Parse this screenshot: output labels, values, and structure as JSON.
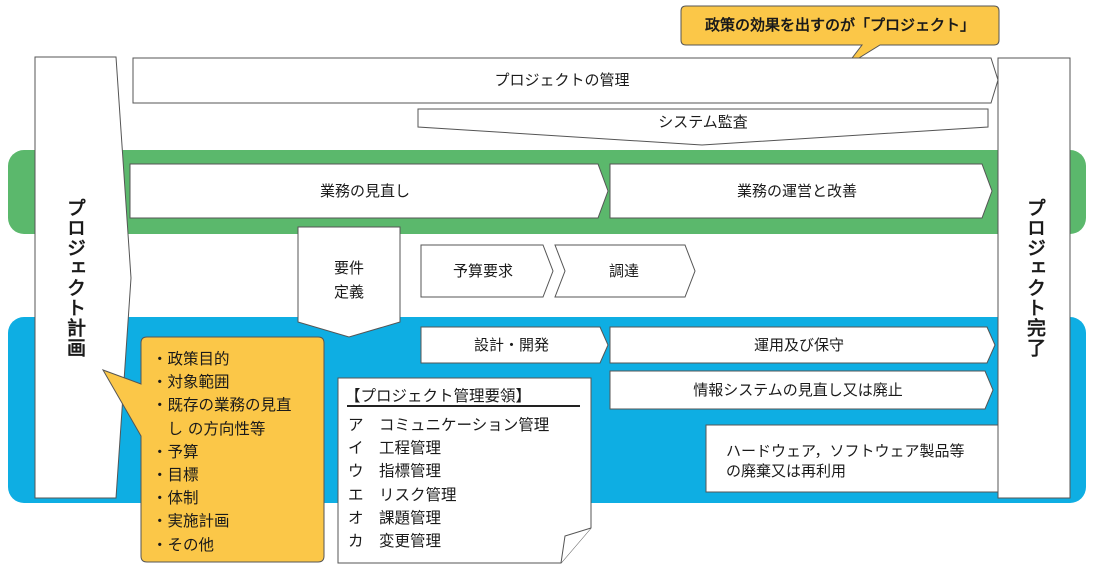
{
  "callout_top": "政策の効果を出すのが「プロジェクト」",
  "project_management": "プロジェクトの管理",
  "system_audit": "システム監査",
  "business_review": "業務の見直し",
  "business_operation": "業務の運営と改善",
  "requirements_line1": "要件",
  "requirements_line2": "定義",
  "budget_request": "予算要求",
  "procurement": "調達",
  "design_development": "設計・開発",
  "operation_maintenance": "運用及び保守",
  "system_review": "情報システムの見直し又は廃止",
  "hardware_line1": "ハードウェア，ソフトウェア製品等",
  "hardware_line2": "の廃棄又は再利用",
  "project_plan": "プロジェクト計画",
  "project_complete": "プロジェクト完了",
  "plan_items": [
    "・政策目的",
    "・対象範囲",
    "・既存の業務の見直",
    "　し の方向性等",
    "・予算",
    "・目標",
    "・体制",
    "・実施計画",
    "・その他"
  ],
  "guideline": {
    "title": "【プロジェクト管理要領】",
    "items": [
      "ア　コミュニケーション管理",
      "イ　工程管理",
      "ウ　指標管理",
      "エ　リスク管理",
      "オ　課題管理",
      "カ　変更管理"
    ]
  },
  "colors": {
    "green": "#5bb86c",
    "blue": "#0eaee3",
    "callout": "#fbc748",
    "outline": "#555555"
  }
}
